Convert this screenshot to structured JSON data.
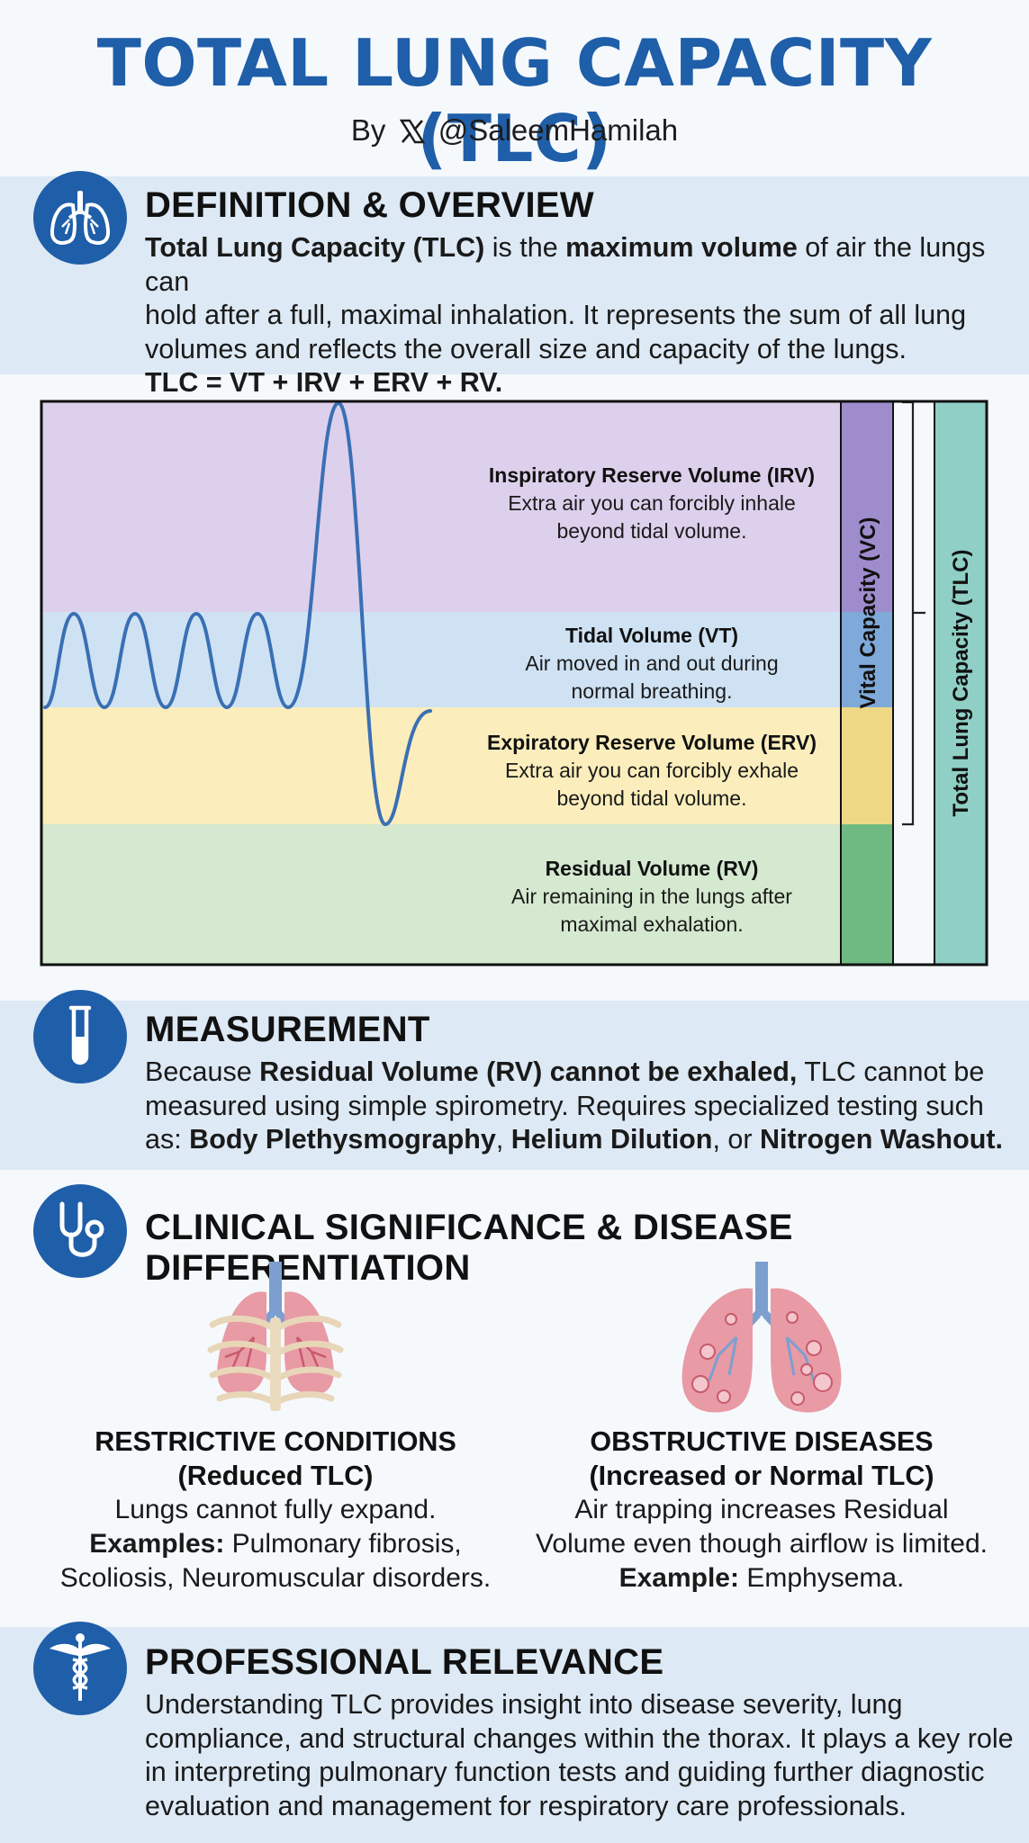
{
  "title": "TOTAL LUNG CAPACITY (TLC)",
  "byline": {
    "prefix": "By",
    "handle": "@SaleemHamilah",
    "logo_icon": "x-logo-icon"
  },
  "definition": {
    "icon": "lungs-icon",
    "heading": "DEFINITION & OVERVIEW",
    "p1_bold1": "Total Lung Capacity (TLC)",
    "p1_text1": " is the ",
    "p1_bold2": "maximum volume",
    "p1_text2": " of air the lungs can",
    "line2": "hold after a full, maximal inhalation. It represents the sum of all lung",
    "line3": "volumes and reflects the overall size and capacity of the lungs.",
    "formula": "TLC = VT + IRV + ERV + RV."
  },
  "diagram": {
    "zones": [
      {
        "key": "irv",
        "color": "#ddd0ec",
        "bar_color": "#9f8ccd",
        "title": "Inspiratory Reserve Volume (IRV)",
        "line1": "Extra air you can forcibly inhale",
        "line2": "beyond tidal volume."
      },
      {
        "key": "vt",
        "color": "#cfe2f3",
        "bar_color": "#7fa9d8",
        "title": "Tidal Volume (VT)",
        "line1": "Air moved in and out during",
        "line2": "normal breathing."
      },
      {
        "key": "erv",
        "color": "#fbeebc",
        "bar_color": "#efd885",
        "title": "Expiratory Reserve Volume (ERV)",
        "line1": "Extra air you can forcibly exhale",
        "line2": "beyond tidal volume."
      },
      {
        "key": "rv",
        "color": "#d4e9cf",
        "bar_color": "#6fba82",
        "title": "Residual Volume (RV)",
        "line1": "Air remaining in the lungs after",
        "line2": "maximal exhalation."
      }
    ],
    "vc_label": "Vital Capacity (VC)",
    "tlc_label": "Total Lung Capacity (TLC)",
    "tlc_bar_color": "#8fcfc6",
    "curve_color": "#3a6fb4"
  },
  "measurement": {
    "icon": "test-tube-icon",
    "heading": "MEASUREMENT",
    "l1_text1": "Because ",
    "l1_bold": "Residual Volume (RV) cannot be exhaled,",
    "l1_text2": " TLC cannot be",
    "line2": "measured using simple spirometry. Requires specialized testing such",
    "l3_text1": "as: ",
    "l3_bold1": "Body Plethysmography",
    "l3_sep1": ", ",
    "l3_bold2": "Helium Dilution",
    "l3_sep2": ", or ",
    "l3_bold3": "Nitrogen Washout."
  },
  "clinical": {
    "icon": "stethoscope-icon",
    "heading": "CLINICAL SIGNIFICANCE & DISEASE DIFFERENTIATION",
    "restrictive": {
      "image": "restrictive-lungs-ribcage",
      "title1": "RESTRICTIVE CONDITIONS",
      "title2": "(Reduced TLC)",
      "line1": "Lungs cannot fully expand.",
      "ex_label": "Examples:",
      "ex_text": " Pulmonary fibrosis,",
      "line3": "Scoliosis, Neuromuscular disorders."
    },
    "obstructive": {
      "image": "obstructive-lungs-emphysema",
      "title1": "OBSTRUCTIVE DISEASES",
      "title2": "(Increased or Normal TLC)",
      "line1": "Air trapping increases Residual",
      "line2": "Volume even though airflow is limited.",
      "ex_label": "Example:",
      "ex_text": " Emphysema."
    }
  },
  "professional": {
    "icon": "caduceus-icon",
    "heading": "PROFESSIONAL RELEVANCE",
    "line1": "Understanding TLC provides insight into disease severity, lung",
    "line2": "compliance, and structural changes within the thorax. It plays a key role",
    "line3": "in interpreting pulmonary function tests and guiding further diagnostic",
    "line4": "evaluation and management for respiratory care professionals."
  },
  "colors": {
    "brand_blue": "#1f5ea8",
    "band_blue": "#dde9f4",
    "page_bg": "#f5f9fc"
  }
}
